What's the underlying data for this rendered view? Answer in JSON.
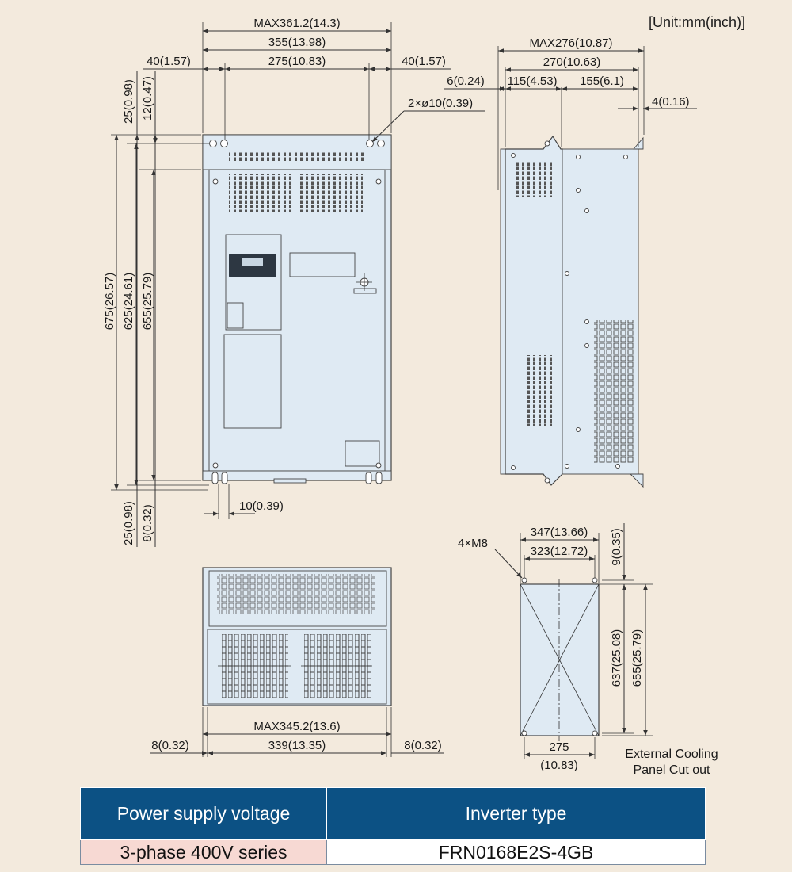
{
  "unit_label": "[Unit:mm(inch)]",
  "front_view": {
    "max_width": "MAX361.2(14.3)",
    "width": "355(13.98)",
    "left_offset": "40(1.57)",
    "hole_pitch": "275(10.83)",
    "right_offset": "40(1.57)",
    "top_gap": "25(0.98)",
    "top_hole": "12(0.47)",
    "hole_note": "2×ø10(0.39)",
    "total_height": "675(26.57)",
    "hole_height": "625(24.61)",
    "body_height": "655(25.79)",
    "bottom_slot": "10(0.39)",
    "bottom_gap": "25(0.98)",
    "bottom_hole": "8(0.32)"
  },
  "side_view": {
    "max_depth": "MAX276(10.87)",
    "depth": "270(10.63)",
    "flange_offset": "6(0.24)",
    "front_depth": "115(4.53)",
    "rear_depth": "155(6.1)",
    "rear_flange": "4(0.16)"
  },
  "bottom_view": {
    "max_width": "MAX345.2(13.6)",
    "width": "339(13.35)",
    "left_margin": "8(0.32)",
    "right_margin": "8(0.32)"
  },
  "cutout": {
    "screw_note": "4×M8",
    "outer_width": "347(13.66)",
    "inner_width": "323(12.72)",
    "top_margin": "9(0.35)",
    "cut_height": "637(25.08)",
    "total_height": "655(25.79)",
    "bottom_width_mm": "275",
    "bottom_width_in": "(10.83)",
    "caption_line1": "External Cooling",
    "caption_line2": "Panel Cut out"
  },
  "table": {
    "headers": [
      "Power supply voltage",
      "Inverter type"
    ],
    "row": [
      "3-phase 400V series",
      "FRN0168E2S-4GB"
    ]
  }
}
